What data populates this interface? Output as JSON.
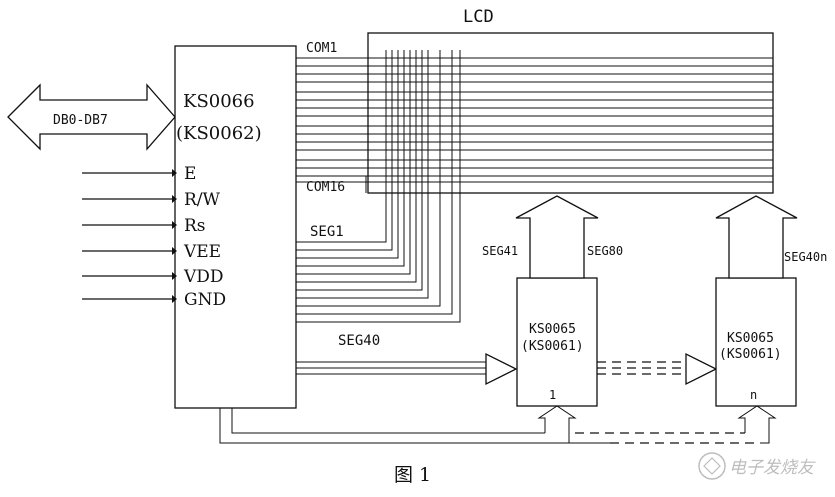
{
  "lcd_label": "LCD",
  "controller": {
    "name": "KS0066",
    "alt_name": "(KS0062)"
  },
  "bus_label": "DB0-DB7",
  "pins": [
    "E",
    "R/W",
    "Rs",
    "VEE",
    "VDD",
    "GND"
  ],
  "com_first": "COM1",
  "com_last": "COM16",
  "seg_first": "SEG1",
  "seg_40": "SEG40",
  "driver1": {
    "name": "KS0065",
    "alt_name": "(KS0061)",
    "index": "1",
    "seg_left": "SEG41",
    "seg_right": "SEG80"
  },
  "driver2": {
    "name": "KS0065",
    "alt_name": "(KS0061)",
    "index": "n",
    "seg_right": "SEG40n"
  },
  "caption": "图 1",
  "watermark": "电子发烧友"
}
